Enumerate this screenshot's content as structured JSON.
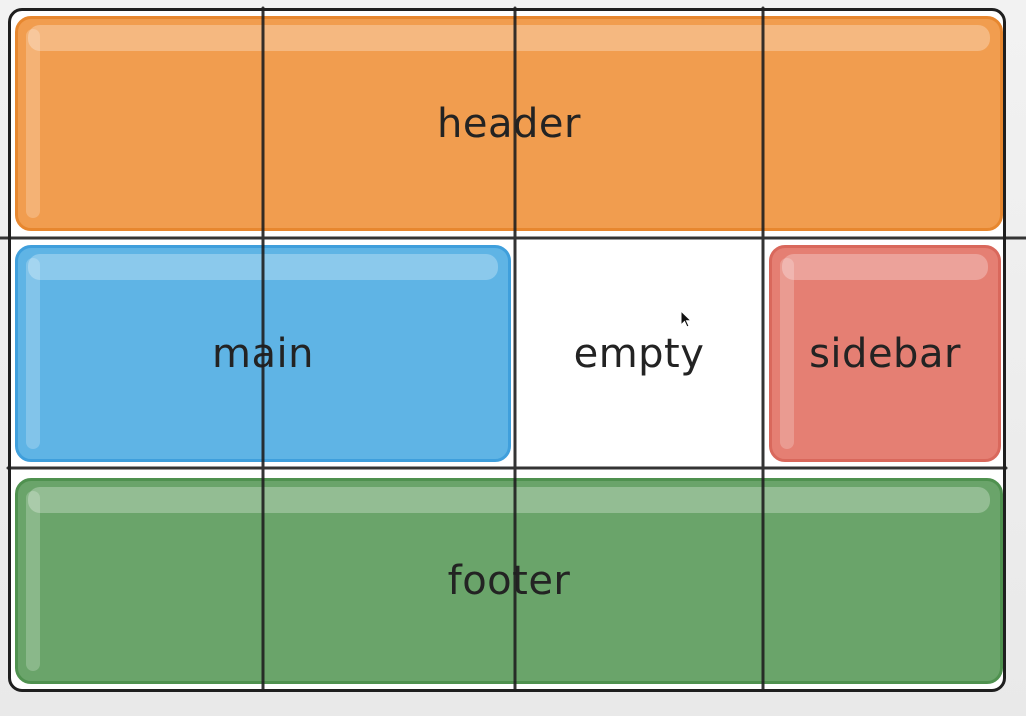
{
  "areas": {
    "header": "header",
    "main": "main",
    "empty": "empty",
    "sidebar": "sidebar",
    "footer": "footer"
  },
  "colors": {
    "header": "#f19d4f",
    "main": "#5fb4e5",
    "sidebar": "#e57f73",
    "footer": "#6aa46a",
    "grid_lines": "#1f1f1f"
  },
  "icons": {
    "cursor": "mouse-pointer-icon"
  }
}
